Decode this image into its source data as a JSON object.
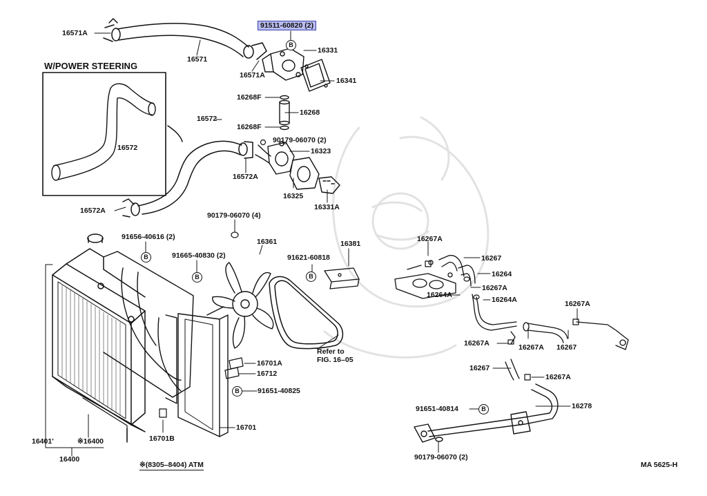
{
  "inset_title": "W/POWER STEERING",
  "bolt_glyph": "B",
  "highlight_color": "#b9bdf2",
  "labels": {
    "p16571A_top": "16571A",
    "p16571": "16571",
    "p91511": "91511-60820 (2)",
    "p16331": "16331",
    "p16571A_mid": "16571A",
    "p16341": "16341",
    "p16268F_a": "16268F",
    "p16268": "16268",
    "p16268F_b": "16268F",
    "p16572_inset": "16572",
    "p16572": "16572",
    "p90179_2": "90179-06070 (2)",
    "p16323": "16323",
    "p16572A_mid": "16572A",
    "p16325": "16325",
    "p16331A": "16331A",
    "p16572A_low": "16572A",
    "p90179_4": "90179-06070 (4)",
    "p91656": "91656-40616 (2)",
    "p91665": "91665-40830 (2)",
    "p16361": "16361",
    "p91621": "91621-60818",
    "p16381": "16381",
    "p16267A_a": "16267A",
    "p16267_a": "16267",
    "p16264": "16264",
    "p16267A_b": "16267A",
    "p16264A_a": "16264A",
    "p16264A_b": "16264A",
    "p16267A_c": "16267A",
    "p16267A_d": "16267A",
    "p16267A_e": "16267A",
    "p16267_b": "16267",
    "p16267_c": "16267",
    "p16267A_f": "16267A",
    "p16701A": "16701A",
    "p16712": "16712",
    "p91651_a": "91651-40825",
    "p16701": "16701",
    "p16401": "16401'",
    "p16400_mark": "※16400",
    "p16701B": "16701B",
    "p16400": "16400",
    "p16278": "16278",
    "p91651_b": "91651-40814",
    "p90179_b": "90179-06070 (2)"
  },
  "refer_line1": "Refer to",
  "refer_line2": "FIG. 16–05",
  "footnote": "※(8305–8404) ATM",
  "figure_code": "MA 5625-H"
}
